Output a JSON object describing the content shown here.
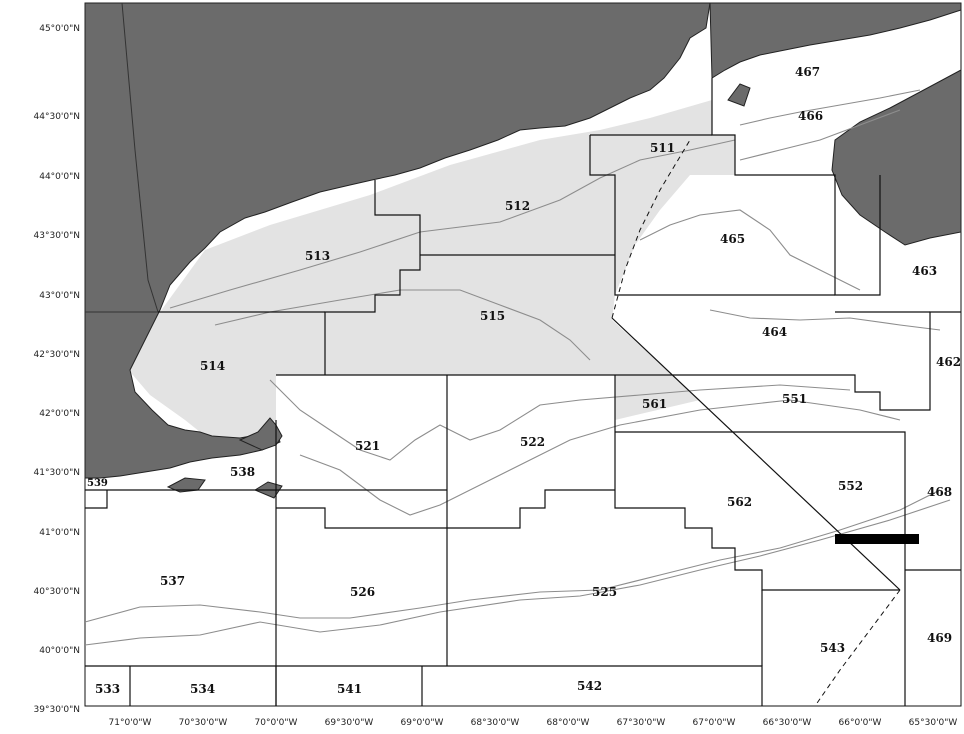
{
  "lat_labels": [
    "45°0'0\"N",
    "44°30'0\"N",
    "44°0'0\"N",
    "43°30'0\"N",
    "43°0'0\"N",
    "42°30'0\"N",
    "42°0'0\"N",
    "41°30'0\"N",
    "41°0'0\"N",
    "40°30'0\"N",
    "40°0'0\"N",
    "39°30'0\"N"
  ],
  "lon_labels": [
    "71°0'0\"W",
    "70°30'0\"W",
    "70°0'0\"W",
    "69°30'0\"W",
    "69°0'0\"W",
    "68°30'0\"W",
    "68°0'0\"W",
    "67°30'0\"W",
    "67°0'0\"W",
    "66°30'0\"W",
    "66°0'0\"W",
    "65°30'0\"W"
  ],
  "areas": {
    "a467": "467",
    "a466": "466",
    "a511": "511",
    "a512": "512",
    "a465": "465",
    "a463": "463",
    "a513": "513",
    "a515": "515",
    "a464": "464",
    "a462": "462",
    "a514": "514",
    "a561": "561",
    "a551": "551",
    "a521": "521",
    "a522": "522",
    "a538": "538",
    "a539": "539",
    "a552": "552",
    "a468": "468",
    "a562": "562",
    "a537": "537",
    "a526": "526",
    "a525": "525",
    "a469": "469",
    "a543": "543",
    "a533": "533",
    "a534": "534",
    "a541": "541",
    "a542": "542"
  },
  "colors": {
    "land": "#6b6b6b",
    "gulf_of_maine": "#e3e3e3",
    "depth_contour": "#8d8d8d",
    "box": "#111111"
  }
}
